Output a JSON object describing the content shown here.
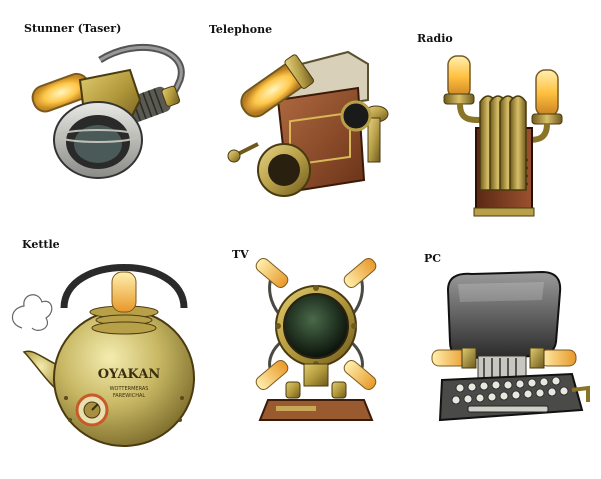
{
  "items": [
    {
      "label": "Stunner (Taser)",
      "icon": "taser-device"
    },
    {
      "label": "Telephone",
      "icon": "telephone-device"
    },
    {
      "label": "Radio",
      "icon": "radio-device"
    },
    {
      "label": "Kettle",
      "icon": "kettle-device"
    },
    {
      "label": "TV",
      "icon": "tv-device"
    },
    {
      "label": "PC",
      "icon": "pc-device"
    }
  ],
  "kettle_text": {
    "brand": "OYAKAN",
    "line1": "WOTTERMERAS",
    "line2": "FAREWICHAL"
  },
  "colors": {
    "brass": "#b8a040",
    "brass_dark": "#6e5a1c",
    "copper": "#a86838",
    "glow": "#ffd35a",
    "leather": "#8a4a2a",
    "screen": "#1e2a1e"
  }
}
